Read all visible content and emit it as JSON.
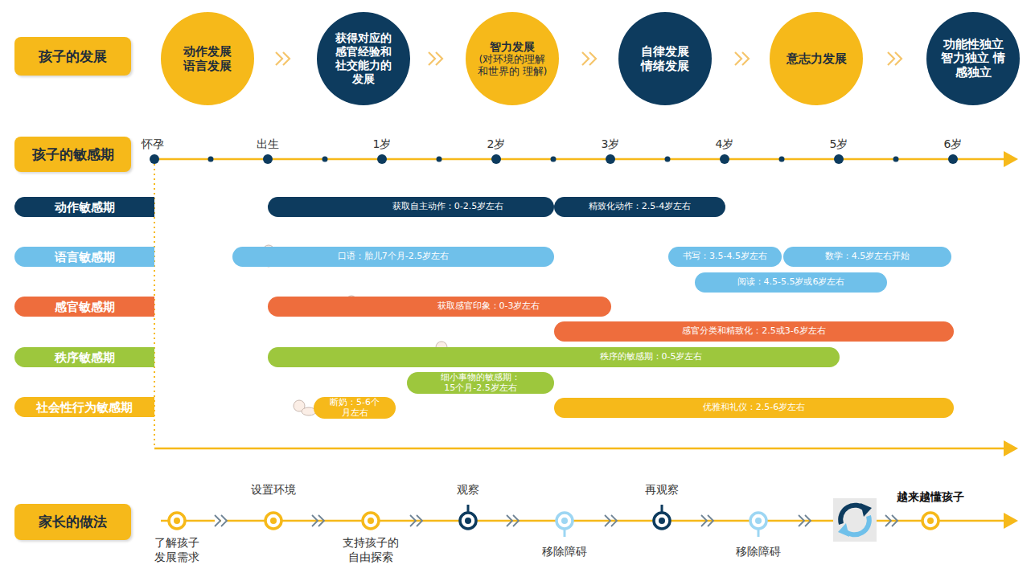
{
  "diagram": {
    "nodes": [
      {
        "text": [
          "孩子的发展"
        ]
      },
      {
        "text": [
          "动作发展 语言发展"
        ]
      },
      {
        "text": [
          "获得对应的 感官经验和 社交能力的 发展"
        ]
      },
      {
        "text": [
          "智力发展",
          "(对环境的理解 和世界的 理解)"
        ]
      },
      {
        "text": [
          "自律发展 情绪发展"
        ]
      },
      {
        "text": [
          "意志力发展"
        ]
      },
      {
        "text": [
          "功能性独立 智力独立 情感独立"
        ]
      },
      {
        "text": [
          "孩子的敏感期"
        ]
      },
      {
        "text": [
          "动作敏感期"
        ]
      },
      {
        "text": [
          "获取自主动作：0-2.5岁左右"
        ]
      },
      {
        "text": [
          "精致化动作：2.5-4岁左右"
        ]
      },
      {
        "text": [
          "语言敏感期"
        ]
      },
      {
        "text": [
          "口语：胎儿7个月-2.5岁左右"
        ]
      },
      {
        "text": [
          "书写：3.5-4.5岁左右"
        ]
      },
      {
        "text": [
          "数学：4.5岁左右开始"
        ]
      },
      {
        "text": [
          "阅读：4.5-5.5岁或6岁左右"
        ]
      },
      {
        "text": [
          "感官敏感期"
        ]
      },
      {
        "text": [
          "获取感官印象：0-3岁左右"
        ]
      },
      {
        "text": [
          "感官分类和精致化：2.5或3-6岁左右"
        ]
      },
      {
        "text": [
          "秩序敏感期"
        ]
      },
      {
        "text": [
          "秩序的敏感期：0-5岁左右"
        ]
      },
      {
        "text": [
          "细小事物的敏感期： 15个月-2.5岁左右"
        ]
      },
      {
        "text": [
          "社会性行为敏感期"
        ]
      },
      {
        "text": [
          "断奶：5-6个 月左右"
        ]
      },
      {
        "text": [
          "优雅和礼仪：2.5-6岁左右"
        ]
      },
      {
        "text": [
          "家长的做法"
        ]
      }
    ],
    "labels": [
      "怀孕",
      "出生",
      "1岁",
      "2岁",
      "3岁",
      "4岁",
      "5岁",
      "6岁",
      "了解孩子 发展需求",
      "设置环境",
      "支持孩子的 自由探索",
      "观察",
      "移除障碍",
      "再观察",
      "移除障碍",
      "越来越懂孩子"
    ]
  }
}
